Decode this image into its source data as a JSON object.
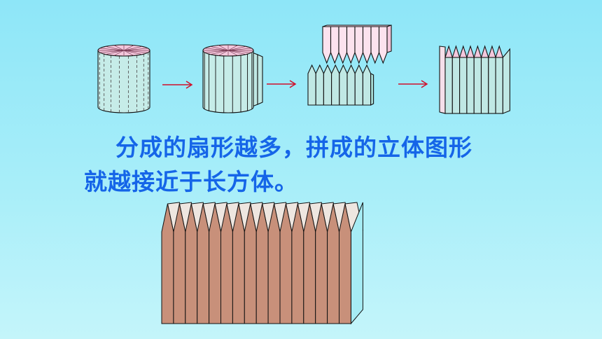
{
  "caption": {
    "line1": "分成的扇形越多，拼成的立体图形",
    "line2": "就越接近于长方体。"
  },
  "colors": {
    "background_top": "#8ee6f8",
    "background_bottom": "#c4f5fa",
    "caption_text": "#1565e8",
    "cylinder_side": "#c6ece8",
    "cylinder_top": "#f3c7dc",
    "pink_half": "#fce2ee",
    "teal_half": "#c0e8e4",
    "arrow": "#d0102a",
    "brown_face": "#c8907a",
    "brown_top": "#eee6e0",
    "brown_end": "#a6ecf4",
    "outline": "#111111"
  },
  "figures": [
    {
      "name": "cylinder-dashed-sections",
      "step": 1
    },
    {
      "name": "cylinder-cut-sections",
      "step": 2
    },
    {
      "name": "split-halves",
      "step": 3
    },
    {
      "name": "approximate-cuboid",
      "step": 4
    }
  ],
  "arrows": 3
}
